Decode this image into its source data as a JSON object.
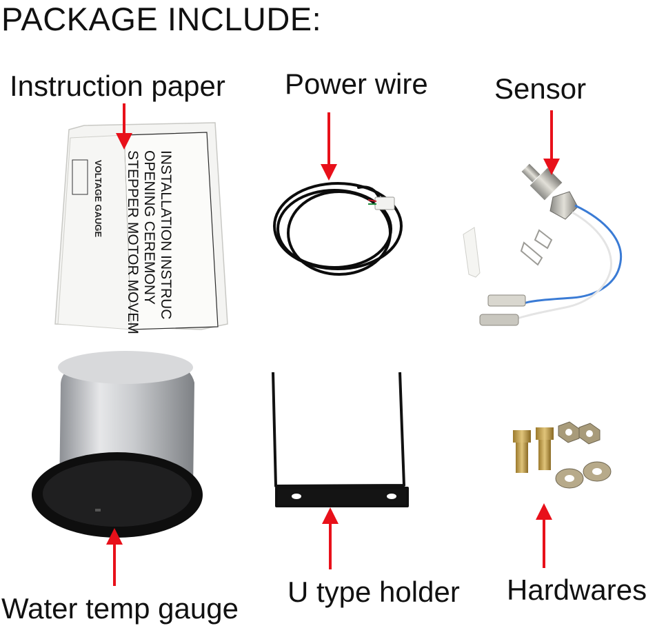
{
  "title": "PACKAGE INCLUDE:",
  "items": [
    {
      "label": "Instruction paper"
    },
    {
      "label": "Power wire"
    },
    {
      "label": "Sensor"
    },
    {
      "label": "Water temp gauge"
    },
    {
      "label": "U type holder"
    },
    {
      "label": "Hardwares"
    }
  ],
  "paper_lines": [
    "INSTALLATION INSTRUC",
    "OPENING CEREMONY",
    "STEPPER MOTOR MOVEM"
  ],
  "paper_side": "VOLTAGE GAUGE",
  "colors": {
    "arrow": "#e8101a",
    "text": "#111111",
    "background": "#ffffff"
  }
}
